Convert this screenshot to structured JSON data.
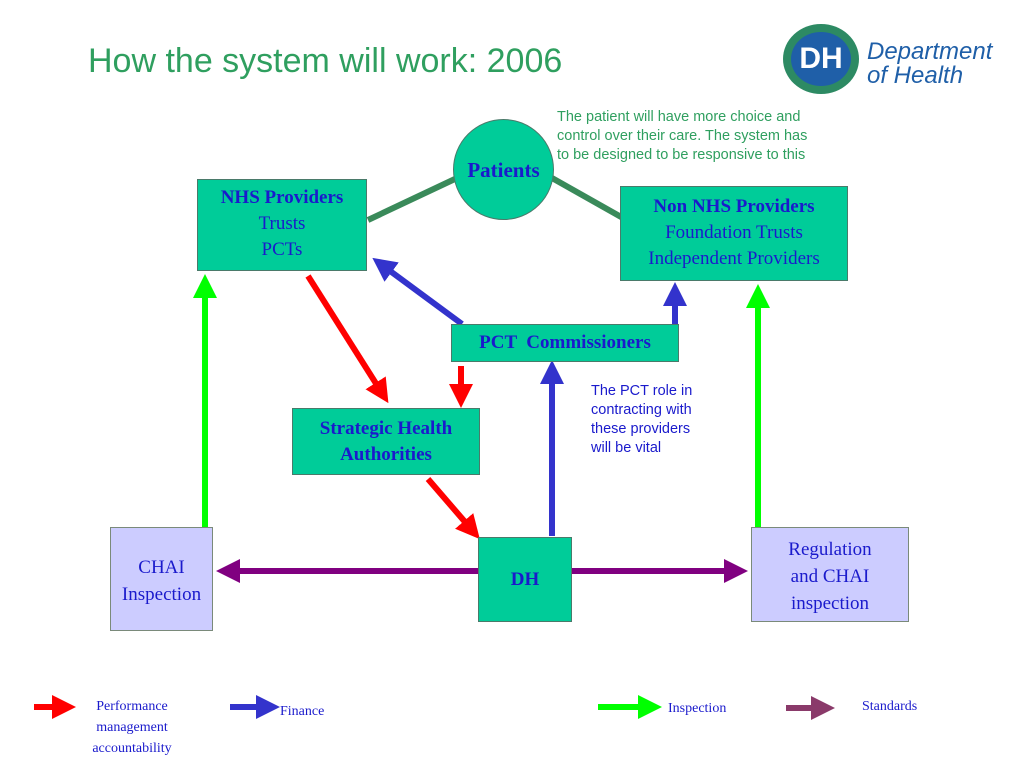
{
  "title": "How the system will work: 2006",
  "logo": {
    "mark": "DH",
    "line1": "Department",
    "line2": "of Health"
  },
  "patients": {
    "label": "Patients"
  },
  "patient_note": [
    "The patient will have more choice and",
    "control over their care. The system has",
    "to be designed to be responsive to this"
  ],
  "nhs_providers": {
    "heading": "NHS Providers",
    "line1": "Trusts",
    "line2": "PCTs"
  },
  "non_nhs_providers": {
    "heading": "Non NHS Providers",
    "line1": "Foundation Trusts",
    "line2": "Independent Providers"
  },
  "pct_commissioners": {
    "label": "PCT  Commissioners"
  },
  "pct_note": [
    "The PCT role in",
    "contracting with",
    "these providers",
    "will be vital"
  ],
  "sha": {
    "line1": "Strategic Health",
    "line2": "Authorities"
  },
  "dh": {
    "label": "DH"
  },
  "chai_inspection": {
    "line1": "CHAI",
    "line2": "Inspection"
  },
  "regulation": {
    "line1": "Regulation",
    "line2": "and CHAI",
    "line3": "inspection"
  },
  "legend": {
    "performance": [
      "Performance",
      "management",
      "accountability"
    ],
    "finance": "Finance",
    "inspection": "Inspection",
    "standards": "Standards"
  },
  "colors": {
    "title": "#2f9f5f",
    "box_fill": "#00cc99",
    "light_box_fill": "#ccccff",
    "text_blue": "#1a1acc",
    "connector_green": "#3a8a5a",
    "performance_red": "#ff0000",
    "finance_blue": "#3333cc",
    "inspection_green": "#00ff00",
    "standards_purple": "#800080",
    "legend_standards": "#8a3a6a"
  }
}
